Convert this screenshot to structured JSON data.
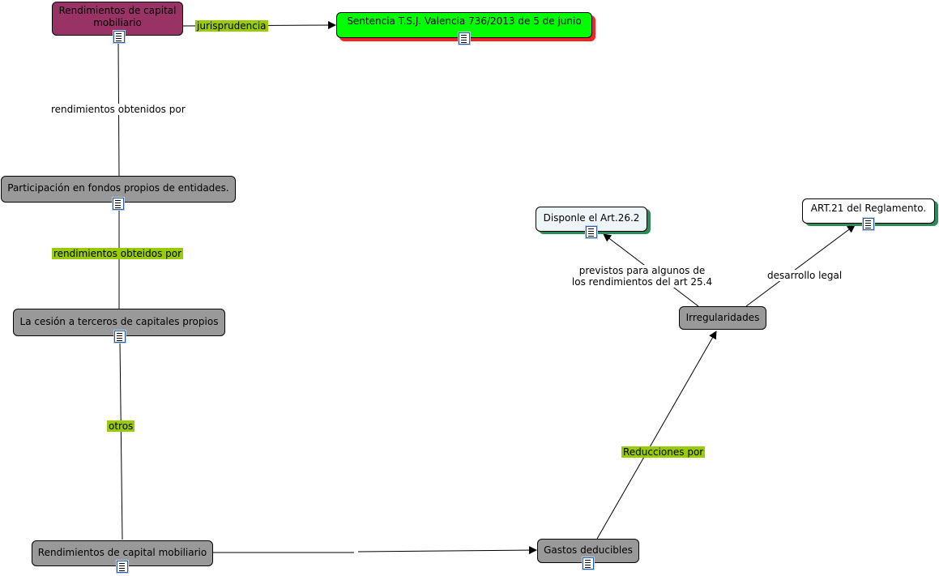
{
  "nodes": {
    "capital_top": "Rendimientos de capital mobiliario",
    "sentencia": "Sentencia T.S.J. Valencia 736/2013 de 5 de junio",
    "participacion": "Participación en fondos propios de entidades.",
    "cesion": "La cesión a terceros de capitales propios",
    "capital_bottom": "Rendimientos de capital mobiliario",
    "gastos": "Gastos deducibles",
    "irregularidades": "Irregularidades",
    "disponle": "Disponle el Art.26.2",
    "art21": "ART.21 del Reglamento."
  },
  "links": {
    "jurisprudencia": "jurisprudencia",
    "rend_obtenidos": "rendimientos obtenidos por",
    "rend_obteidos": "rendimientos obteidos por",
    "otros": "otros",
    "reducciones": "Reducciones por",
    "previstos": "previstos para algunos de los rendimientos del art 25.4",
    "desarrollo": "desarrollo legal"
  },
  "colors": {
    "maroon": "#993366",
    "green": "#00ff00",
    "red_shadow": "#ff2020",
    "grey": "#999999",
    "label_highlight": "#99cc00",
    "teal_shadow": "#2e8b57"
  },
  "icons": [
    "document-icon"
  ]
}
